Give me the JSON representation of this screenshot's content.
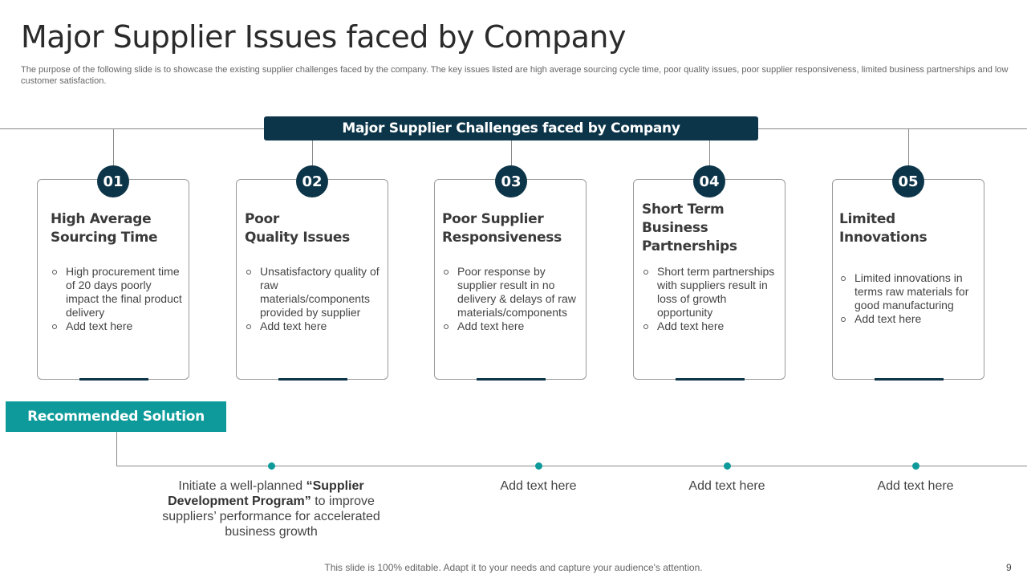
{
  "header": {
    "title": "Major Supplier Issues faced by Company",
    "subtitle": "The purpose of the following slide is to showcase the existing supplier challenges faced by the company. The key issues listed are high average sourcing cycle time, poor quality issues, poor supplier responsiveness, limited business partnerships and low customer satisfaction."
  },
  "banner": {
    "label": "Major Supplier Challenges faced by Company"
  },
  "challenges": [
    {
      "number": "01",
      "title_lines": [
        "High Average",
        "Sourcing Time"
      ],
      "bullets": [
        "High procurement time of 20 days poorly impact the final product delivery",
        "Add text here"
      ]
    },
    {
      "number": "02",
      "title_lines": [
        "Poor",
        "Quality Issues"
      ],
      "bullets": [
        "Unsatisfactory quality of raw materials/components provided by supplier",
        "Add text here"
      ]
    },
    {
      "number": "03",
      "title_lines": [
        "Poor Supplier",
        "Responsiveness"
      ],
      "bullets": [
        "Poor response by supplier result in no delivery & delays of raw materials/components",
        "Add text here"
      ]
    },
    {
      "number": "04",
      "title_lines": [
        "Short Term",
        "Business",
        "Partnerships"
      ],
      "bullets": [
        "Short term partnerships with suppliers result in loss of growth opportunity",
        "Add text here"
      ]
    },
    {
      "number": "05",
      "title_lines": [
        "Limited",
        "Innovations"
      ],
      "bullets": [
        "Limited innovations in terms raw materials for good manufacturing",
        "Add text here"
      ]
    }
  ],
  "solution": {
    "label": "Recommended Solution",
    "main": {
      "prefix": "Initiate a well-planned ",
      "bold": "“Supplier Development Program”",
      "suffix": " to improve suppliers’ performance for accelerated business growth"
    },
    "items": [
      "Add text here",
      "Add text here",
      "Add text here"
    ]
  },
  "footer": {
    "note": "This slide is 100% editable. Adapt it to your needs and capture your audience's attention.",
    "page_number": "9"
  },
  "colors": {
    "navy": "#0d3549",
    "teal": "#0e9a9a"
  }
}
